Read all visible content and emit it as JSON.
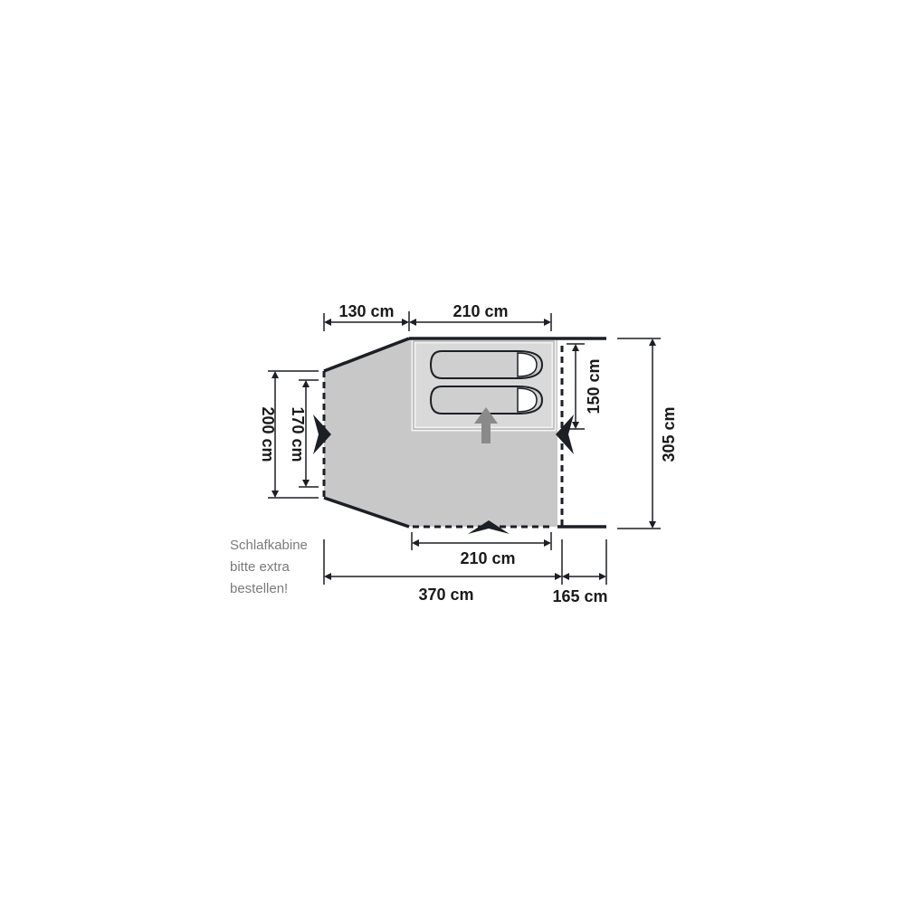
{
  "dimensions": {
    "top_left": "130 cm",
    "top_right": "210 cm",
    "left_outer": "200 cm",
    "left_inner": "170 cm",
    "cabin_height": "150 cm",
    "right_total": "305 cm",
    "bottom_inner": "210 cm",
    "bottom_total": "370 cm",
    "bottom_extension": "165 cm"
  },
  "note": {
    "line1": "Schlafkabine",
    "line2": "bitte extra",
    "line3": "bestellen!"
  },
  "colors": {
    "outline": "#1c1f24",
    "floor_fill": "#c8c8c8",
    "cabin_border": "#b5b5b5",
    "sleeping_bag": "#cfcfcf",
    "arrow": "#8a8a8a",
    "note_text": "#7a7a7a"
  }
}
